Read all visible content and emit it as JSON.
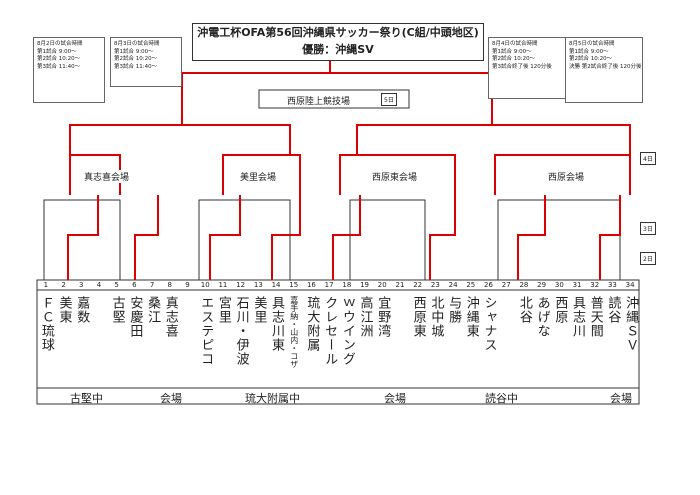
{
  "title": {
    "line1": "沖電工杯OFA第56回沖縄県サッカー祭り(C組/中頭地区)",
    "line2": "優勝：沖縄SV"
  },
  "notes": [
    {
      "head": "8月2日の試合時間",
      "lines": [
        "第1試合 9:00〜",
        "第2試合 10:20〜",
        "第3試合 11:40〜"
      ]
    },
    {
      "head": "8月3日の試合時間",
      "lines": [
        "第1試合 9:00〜",
        "第2試合 10:20〜",
        "第3試合 11:40〜"
      ]
    },
    {
      "head": "8月4日の試合時間",
      "lines": [
        "第1試合 9:00〜",
        "第2試合 10:20〜",
        "第3試合終了後 120分後"
      ]
    },
    {
      "head": "8月5日の試合時間",
      "lines": [
        "第1試合 9:00〜",
        "第2試合 10:20〜",
        "決勝 第2試合終了後 120分後"
      ]
    }
  ],
  "days": [
    "4日",
    "3日",
    "2日",
    "5日"
  ],
  "sites": {
    "final": "西原陸上競技場",
    "semi": [
      "真志喜会場",
      "美里会場",
      "西原東会場",
      "西原会場"
    ]
  },
  "teams": [
    {
      "n": "1",
      "name": "ＦＣ琉球"
    },
    {
      "n": "2",
      "name": "美東"
    },
    {
      "n": "3",
      "name": "嘉数"
    },
    {
      "n": "4",
      "name": ""
    },
    {
      "n": "5",
      "name": "古堅"
    },
    {
      "n": "6",
      "name": "安慶田"
    },
    {
      "n": "7",
      "name": "桑江"
    },
    {
      "n": "8",
      "name": "真志喜"
    },
    {
      "n": "9",
      "name": ""
    },
    {
      "n": "10",
      "name": "エステピコ"
    },
    {
      "n": "11",
      "name": "宮里"
    },
    {
      "n": "12",
      "name": "石川・伊波"
    },
    {
      "n": "13",
      "name": "美里"
    },
    {
      "n": "14",
      "name": "具志川東"
    },
    {
      "n": "15",
      "name": "嘉手納・山内・コザ"
    },
    {
      "n": "16",
      "name": "琉大附属"
    },
    {
      "n": "17",
      "name": "クレセール"
    },
    {
      "n": "18",
      "name": "ｗウイング"
    },
    {
      "n": "19",
      "name": "高江洲"
    },
    {
      "n": "20",
      "name": "宜野湾"
    },
    {
      "n": "21",
      "name": ""
    },
    {
      "n": "22",
      "name": "西原東"
    },
    {
      "n": "23",
      "name": "北中城"
    },
    {
      "n": "24",
      "name": "与勝"
    },
    {
      "n": "25",
      "name": "沖縄東"
    },
    {
      "n": "26",
      "name": "シャナス"
    },
    {
      "n": "27",
      "name": ""
    },
    {
      "n": "28",
      "name": "北谷"
    },
    {
      "n": "29",
      "name": "あげな"
    },
    {
      "n": "30",
      "name": "西原"
    }
  ],
  "extra_teams": [
    {
      "n": "31",
      "name": "具志川"
    },
    {
      "n": "32",
      "name": "普天間"
    },
    {
      "n": "33",
      "name": "読谷"
    },
    {
      "n": "34",
      "name": "沖縄ＳＶ"
    }
  ],
  "venues": [
    "古堅中",
    "会場",
    "琉大附属中",
    "会場",
    "読谷中",
    "会場"
  ]
}
